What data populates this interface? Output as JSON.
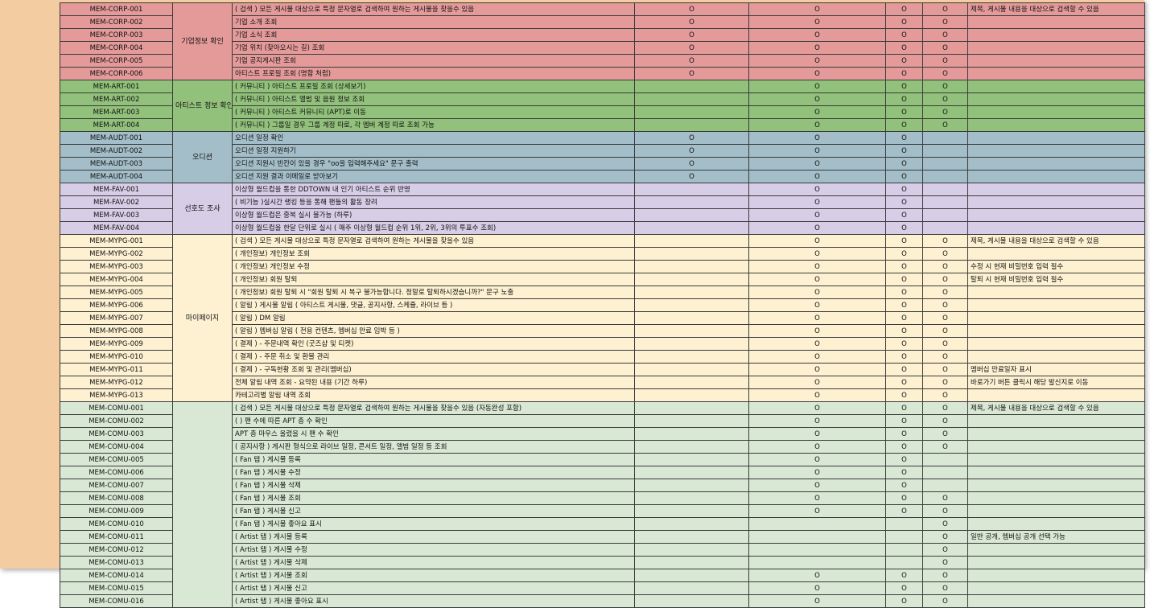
{
  "colors": {
    "sheet_bg": "#f3cca1",
    "corp": "#e59a9a",
    "art": "#92c17b",
    "audt": "#a3bec8",
    "fav": "#d8cde7",
    "mypg": "#fdf1d2",
    "comu": "#d9e8d4"
  },
  "groups": [
    {
      "key": "corp",
      "label": "기업정보 확인",
      "rows": [
        {
          "id": "MEM-CORP-001",
          "desc": "( 검색 ) 모든 게시물 대상으로 특정 문자열로 검색하여 원하는 게시물을 찾을수 있음",
          "c1": "O",
          "c2": "O",
          "c3": "O",
          "c4": "O",
          "note": "제목, 게시물 내용을 대상으로 검색할 수 있음"
        },
        {
          "id": "MEM-CORP-002",
          "desc": "기업 소개 조회",
          "c1": "O",
          "c2": "O",
          "c3": "O",
          "c4": "O",
          "note": ""
        },
        {
          "id": "MEM-CORP-003",
          "desc": "기업 소식 조회",
          "c1": "O",
          "c2": "O",
          "c3": "O",
          "c4": "O",
          "note": ""
        },
        {
          "id": "MEM-CORP-004",
          "desc": "기업 위치 (찾아오시는 길) 조회",
          "c1": "O",
          "c2": "O",
          "c3": "O",
          "c4": "O",
          "note": ""
        },
        {
          "id": "MEM-CORP-005",
          "desc": "기업 공지게시판 조회",
          "c1": "O",
          "c2": "O",
          "c3": "O",
          "c4": "O",
          "note": ""
        },
        {
          "id": "MEM-CORP-006",
          "desc": "아티스트 프로필 조회 (명함 처럼)",
          "c1": "O",
          "c2": "O",
          "c3": "O",
          "c4": "O",
          "note": ""
        }
      ]
    },
    {
      "key": "art",
      "label": "아티스트 정보 확인",
      "rows": [
        {
          "id": "MEM-ART-001",
          "desc": "( 커뮤니티 ) 아티스트 프로필 조회 (상세보기)",
          "c1": "",
          "c2": "O",
          "c3": "O",
          "c4": "O",
          "note": ""
        },
        {
          "id": "MEM-ART-002",
          "desc": "( 커뮤니티 ) 아티스트 앨범 및 음원 정보 조회",
          "c1": "",
          "c2": "O",
          "c3": "O",
          "c4": "O",
          "note": ""
        },
        {
          "id": "MEM-ART-003",
          "desc": "( 커뮤니티 ) 아티스트 커뮤니티 (APT)로 이동",
          "c1": "",
          "c2": "O",
          "c3": "O",
          "c4": "O",
          "note": ""
        },
        {
          "id": "MEM-ART-004",
          "desc": "( 커뮤니티 ) 그룹일 경우 그룹 계정 따로, 각 멤버 계정 따로 조회 가능",
          "c1": "",
          "c2": "O",
          "c3": "O",
          "c4": "O",
          "note": ""
        }
      ]
    },
    {
      "key": "audt",
      "label": "오디션",
      "rows": [
        {
          "id": "MEM-AUDT-001",
          "desc": "오디션 일정 확인",
          "c1": "O",
          "c2": "O",
          "c3": "O",
          "c4": "",
          "note": ""
        },
        {
          "id": "MEM-AUDT-002",
          "desc": "오디션 일정 지원하기",
          "c1": "O",
          "c2": "O",
          "c3": "O",
          "c4": "",
          "note": ""
        },
        {
          "id": "MEM-AUDT-003",
          "desc": "오디션 지원시 빈칸이 있을 경우 \"oo을 입력해주세요\" 문구 출력",
          "c1": "O",
          "c2": "O",
          "c3": "O",
          "c4": "",
          "note": ""
        },
        {
          "id": "MEM-AUDT-004",
          "desc": "오디션 지원 결과 이메일로 받아보기",
          "c1": "O",
          "c2": "O",
          "c3": "O",
          "c4": "",
          "note": ""
        }
      ]
    },
    {
      "key": "fav",
      "label": "선호도 조사",
      "rows": [
        {
          "id": "MEM-FAV-001",
          "desc": "이상형 월드컵을 통한 DDTOWN 내 인기 아티스트 순위 반영",
          "c1": "",
          "c2": "O",
          "c3": "O",
          "c4": "",
          "note": ""
        },
        {
          "id": "MEM-FAV-002",
          "desc": "( 비기능 )실시간 랭킹 등을 통해 팬들의 활동 장려",
          "c1": "",
          "c2": "O",
          "c3": "O",
          "c4": "",
          "note": ""
        },
        {
          "id": "MEM-FAV-003",
          "desc": "이상형 월드컵은 중복 실시 불가능 (하루)",
          "c1": "",
          "c2": "O",
          "c3": "O",
          "c4": "",
          "note": ""
        },
        {
          "id": "MEM-FAV-004",
          "desc": "이상형 월드컵을 한달 단위로 실시 ( 매주 이상형 월드컵 순위 1위, 2위, 3위의 투표수 조회)",
          "c1": "",
          "c2": "O",
          "c3": "O",
          "c4": "",
          "note": ""
        }
      ]
    },
    {
      "key": "mypg",
      "label": "마이페이지",
      "rows": [
        {
          "id": "MEM-MYPG-001",
          "desc": "( 검색 ) 모든 게시물 대상으로 특정 문자열로 검색하여 원하는 게시물을 찾을수 있음",
          "c1": "",
          "c2": "O",
          "c3": "O",
          "c4": "O",
          "note": "제목, 게시물 내용을 대상으로 검색할 수 있음"
        },
        {
          "id": "MEM-MYPG-002",
          "desc": "( 개인정보) 개인정보 조회",
          "c1": "",
          "c2": "O",
          "c3": "O",
          "c4": "O",
          "note": ""
        },
        {
          "id": "MEM-MYPG-003",
          "desc": "( 개인정보) 개인정보 수정",
          "c1": "",
          "c2": "O",
          "c3": "O",
          "c4": "O",
          "note": "수정 시 현재 비밀번호 입력 필수"
        },
        {
          "id": "MEM-MYPG-004",
          "desc": "( 개인정보) 회원 탈퇴",
          "c1": "",
          "c2": "O",
          "c3": "O",
          "c4": "O",
          "note": "탈퇴 시 현재 비밀번호 입력 필수"
        },
        {
          "id": "MEM-MYPG-005",
          "desc": "( 개인정보) 회원 탈퇴 시 \"회원 탈퇴 시 복구 불가능합니다. 정말로 탈퇴하시겠습니까?\" 문구 노출",
          "c1": "",
          "c2": "O",
          "c3": "O",
          "c4": "O",
          "note": ""
        },
        {
          "id": "MEM-MYPG-006",
          "desc": "( 알림 ) 게시물 알림 ( 아티스트 게시물, 댓글, 공지사항, 스케쥴, 라이브 등 )",
          "c1": "",
          "c2": "O",
          "c3": "O",
          "c4": "O",
          "note": ""
        },
        {
          "id": "MEM-MYPG-007",
          "desc": "( 알림 ) DM 알림",
          "c1": "",
          "c2": "O",
          "c3": "O",
          "c4": "O",
          "note": ""
        },
        {
          "id": "MEM-MYPG-008",
          "desc": "( 알림 ) 멤버십 알림 ( 전용 컨텐츠, 멤버십 만료 임박 등 )",
          "c1": "",
          "c2": "O",
          "c3": "O",
          "c4": "O",
          "note": ""
        },
        {
          "id": "MEM-MYPG-009",
          "desc": "( 결제 ) - 주문내역 확인 (굿즈샵 및 티켓)",
          "c1": "",
          "c2": "O",
          "c3": "O",
          "c4": "O",
          "note": ""
        },
        {
          "id": "MEM-MYPG-010",
          "desc": "( 결제 ) - 주문 취소 및 환불 관리",
          "c1": "",
          "c2": "O",
          "c3": "O",
          "c4": "O",
          "note": ""
        },
        {
          "id": "MEM-MYPG-011",
          "desc": "( 결제 ) - 구독현황 조회 및 관리(멤버십)",
          "c1": "",
          "c2": "O",
          "c3": "O",
          "c4": "O",
          "note": "멤버십 만료일자 표시"
        },
        {
          "id": "MEM-MYPG-012",
          "desc": "전체 알림 내역 조회 - 요약된 내용 (기간 하루)",
          "c1": "",
          "c2": "O",
          "c3": "O",
          "c4": "O",
          "note": "바로가기 버튼 클릭시 해당 발신지로 이동"
        },
        {
          "id": "MEM-MYPG-013",
          "desc": "카테고리별 알림 내역 조회",
          "c1": "",
          "c2": "O",
          "c3": "O",
          "c4": "O",
          "note": ""
        }
      ]
    },
    {
      "key": "comu",
      "label": "",
      "rows": [
        {
          "id": "MEM-COMU-001",
          "desc": "( 검색 ) 모든 게시물 대상으로 특정 문자열로 검색하여 원하는 게시물을 찾을수 있음 (자동완성 포함)",
          "c1": "",
          "c2": "O",
          "c3": "O",
          "c4": "O",
          "note": "제목, 게시물 내용을 대상으로 검색할 수 있음"
        },
        {
          "id": "MEM-COMU-002",
          "desc": "( ) 팬 수에 따른 APT 층 수 확인",
          "c1": "",
          "c2": "O",
          "c3": "O",
          "c4": "O",
          "note": ""
        },
        {
          "id": "MEM-COMU-003",
          "desc": "APT 층 마우스 올렸을 시 팬 수 확인",
          "c1": "",
          "c2": "O",
          "c3": "O",
          "c4": "O",
          "note": ""
        },
        {
          "id": "MEM-COMU-004",
          "desc": "( 공지사항 ) 게시판 형식으로 라이브 일정, 콘서트 일정, 앨범 일정 등 조회",
          "c1": "",
          "c2": "O",
          "c3": "O",
          "c4": "O",
          "note": ""
        },
        {
          "id": "MEM-COMU-005",
          "desc": "( Fan 탭 ) 게시물 등록",
          "c1": "",
          "c2": "O",
          "c3": "O",
          "c4": "",
          "note": ""
        },
        {
          "id": "MEM-COMU-006",
          "desc": "( Fan 탭 ) 게시물 수정",
          "c1": "",
          "c2": "O",
          "c3": "O",
          "c4": "",
          "note": ""
        },
        {
          "id": "MEM-COMU-007",
          "desc": "( Fan 탭 ) 게시물 삭제",
          "c1": "",
          "c2": "O",
          "c3": "O",
          "c4": "",
          "note": ""
        },
        {
          "id": "MEM-COMU-008",
          "desc": "( Fan 탭 ) 게시물 조회",
          "c1": "",
          "c2": "O",
          "c3": "O",
          "c4": "O",
          "note": ""
        },
        {
          "id": "MEM-COMU-009",
          "desc": "( Fan 탭 ) 게시물 신고",
          "c1": "",
          "c2": "O",
          "c3": "O",
          "c4": "O",
          "note": ""
        },
        {
          "id": "MEM-COMU-010",
          "desc": "( Fan 탭 ) 게시물 좋아요 표시",
          "c1": "",
          "c2": "",
          "c3": "",
          "c4": "O",
          "note": ""
        },
        {
          "id": "MEM-COMU-011",
          "desc": "( Artist 탭 ) 게시물 등록",
          "c1": "",
          "c2": "",
          "c3": "",
          "c4": "O",
          "note": "일반 공개, 멤버십 공개 선택 가능"
        },
        {
          "id": "MEM-COMU-012",
          "desc": "( Artist 탭 ) 게시물 수정",
          "c1": "",
          "c2": "",
          "c3": "",
          "c4": "O",
          "note": ""
        },
        {
          "id": "MEM-COMU-013",
          "desc": "( Artist 탭 ) 게시물 삭제",
          "c1": "",
          "c2": "",
          "c3": "",
          "c4": "O",
          "note": ""
        },
        {
          "id": "MEM-COMU-014",
          "desc": "( Artist 탭 ) 게시물 조회",
          "c1": "",
          "c2": "O",
          "c3": "O",
          "c4": "O",
          "note": ""
        },
        {
          "id": "MEM-COMU-015",
          "desc": "( Artist 탭 ) 게시물 신고",
          "c1": "",
          "c2": "O",
          "c3": "O",
          "c4": "O",
          "note": ""
        },
        {
          "id": "MEM-COMU-016",
          "desc": "( Artist 탭 ) 게시물 좋아요 표시",
          "c1": "",
          "c2": "O",
          "c3": "O",
          "c4": "O",
          "note": ""
        }
      ]
    }
  ]
}
